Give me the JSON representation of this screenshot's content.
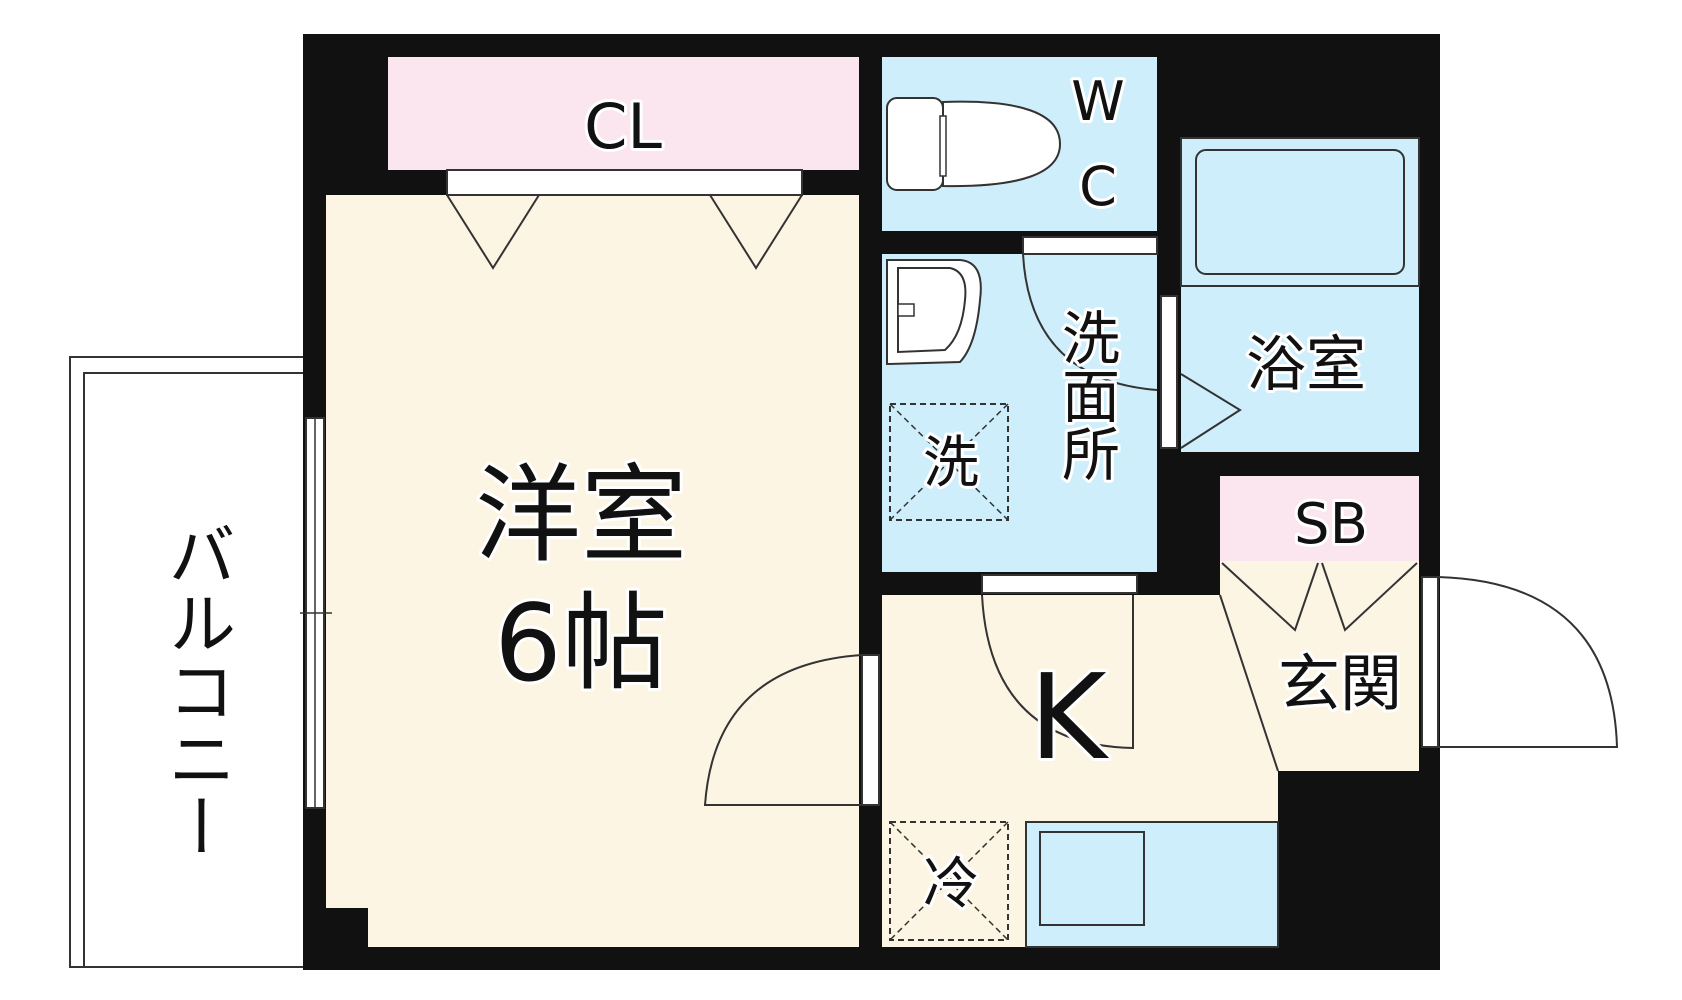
{
  "floorplan": {
    "rooms": {
      "western_room": "洋室",
      "western_room_size": "6帖",
      "closet": "CL",
      "toilet": "W\nC",
      "bathroom": "浴室",
      "washroom": "洗面所",
      "washer": "洗",
      "kitchen": "K",
      "fridge": "冷",
      "shoe_box": "SB",
      "entrance": "玄関",
      "balcony": "バルコニー"
    },
    "colors": {
      "wall": "#111111",
      "room_fill": "#fdf5e4",
      "wet_area_fill": "#cdeefa",
      "storage_fill": "#fbe6ef",
      "line": "#222222"
    }
  }
}
